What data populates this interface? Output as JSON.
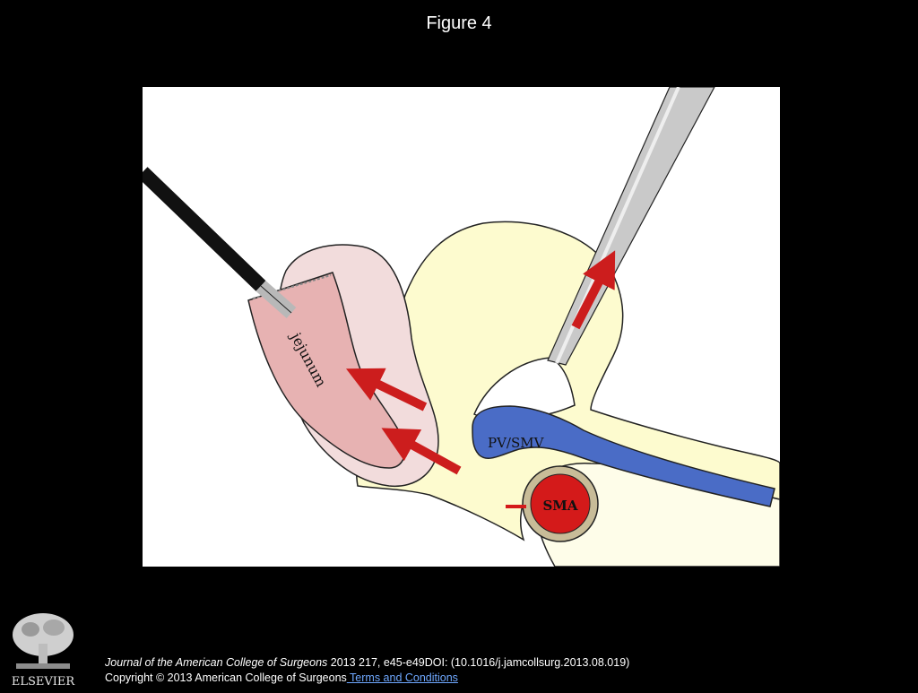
{
  "header": {
    "title": "Figure 4"
  },
  "diagram": {
    "labels": {
      "jejunum": "jejunum",
      "pv_smv": "PV/SMV",
      "sma": "SMA"
    },
    "colors": {
      "pancreas": "#fdfbcf",
      "jejunum_outer": "#f2dcdc",
      "jejunum_inner": "#e7b2b2",
      "vein": "#4a6cc6",
      "artery": "#d41a1a",
      "artery_ring": "#c8bc98",
      "arrow": "#cc1d1d",
      "instrument_dark": "#111111",
      "instrument_grey": "#b8b8b8"
    }
  },
  "footer": {
    "publisher": "ELSEVIER",
    "journal": "Journal of the American College of Surgeons",
    "details": " 2013 217, e45-e49DOI: (10.1016/j.jamcollsurg.2013.08.019)",
    "copyright": "Copyright © 2013 American College of Surgeons",
    "terms_link": " Terms and Conditions"
  }
}
